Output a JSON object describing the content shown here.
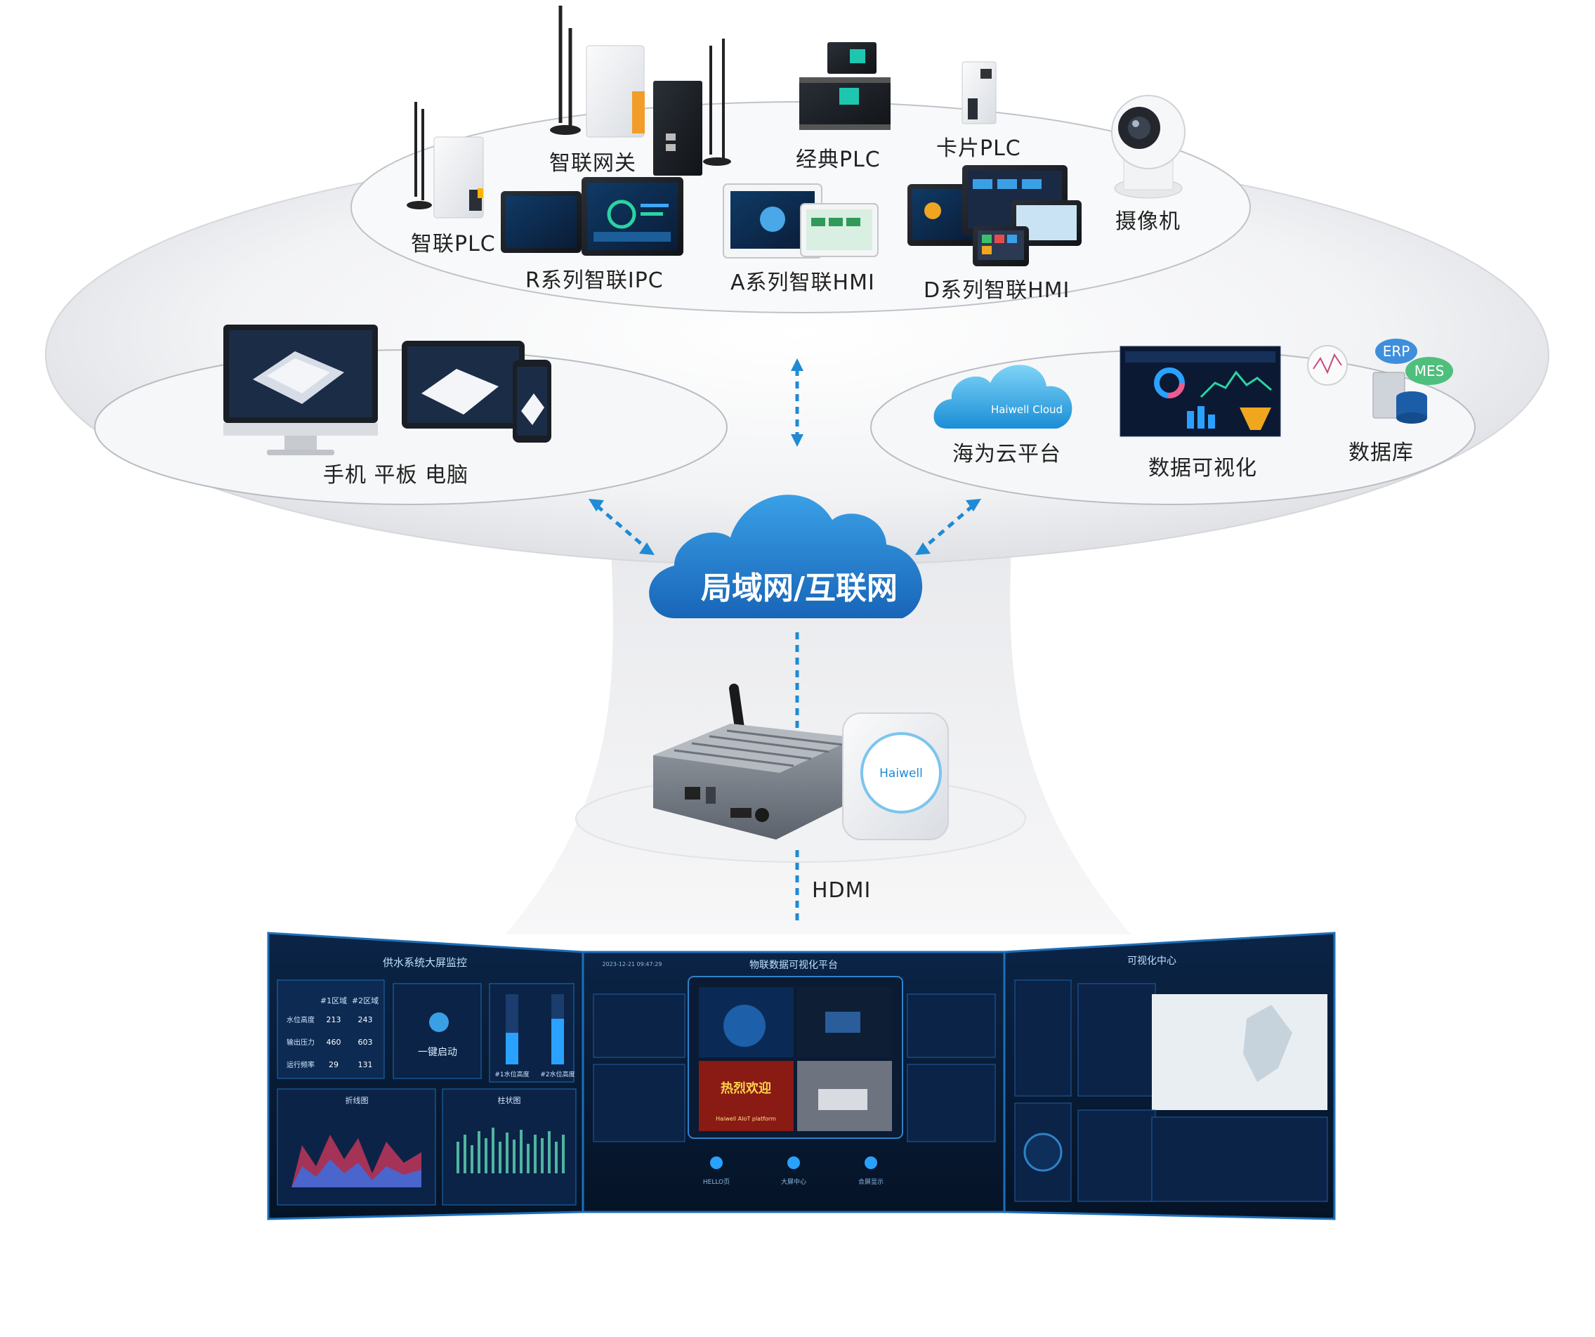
{
  "devices": {
    "smart_plc": "智联PLC",
    "smart_gateway": "智联网关",
    "r_series_ipc": "R系列智联IPC",
    "classic_plc": "经典PLC",
    "a_series_hmi": "A系列智联HMI",
    "card_plc": "卡片PLC",
    "d_series_hmi": "D系列智联HMI",
    "camera": "摄像机"
  },
  "clients": {
    "label": "手机 平板 电脑"
  },
  "services": {
    "haiwell_cloud_platform": "海为云平台",
    "haiwell_cloud_logo": "Haiwell Cloud",
    "data_visualization": "数据可视化",
    "database": "数据库",
    "erp": "ERP",
    "mes": "MES"
  },
  "network": {
    "label": "局域网/互联网"
  },
  "box": {
    "brand": "Haiwell",
    "output_label": "HDMI"
  },
  "screens": {
    "left": {
      "title": "供水系统大屏监控",
      "col1": "#1区域",
      "col2": "#2区域",
      "rows": [
        {
          "name": "水位高度",
          "v1": "213",
          "v2": "243"
        },
        {
          "name": "输出压力",
          "v1": "460",
          "v2": "603"
        },
        {
          "name": "运行频率",
          "v1": "29",
          "v2": "131"
        }
      ],
      "start_button": "一键启动",
      "level1": "#1水位高度",
      "level2": "#2水位高度",
      "chart1_title": "折线图",
      "chart2_title": "柱状图"
    },
    "center": {
      "title": "物联数据可视化平台",
      "timestamp": "2023-12-21 09:47:29",
      "tile_welcome": "热烈欢迎",
      "tile_platform": "Haiwell AIoT platform",
      "nav": [
        "HELLO页",
        "大屏中心",
        "合屏显示"
      ]
    },
    "right": {
      "title": "可视化中心"
    }
  },
  "colors": {
    "accent_blue": "#1a7fd0",
    "cloud_blue": "#1f7ccf",
    "arrow_blue": "#1f8ad6",
    "screen_bg": "#071a33",
    "screen_border": "#1d6fb8"
  },
  "icons": [
    "cloud-icon",
    "antenna-icon",
    "router-icon",
    "database-icon",
    "camera-icon",
    "monitor-icon",
    "tablet-icon",
    "phone-icon"
  ]
}
